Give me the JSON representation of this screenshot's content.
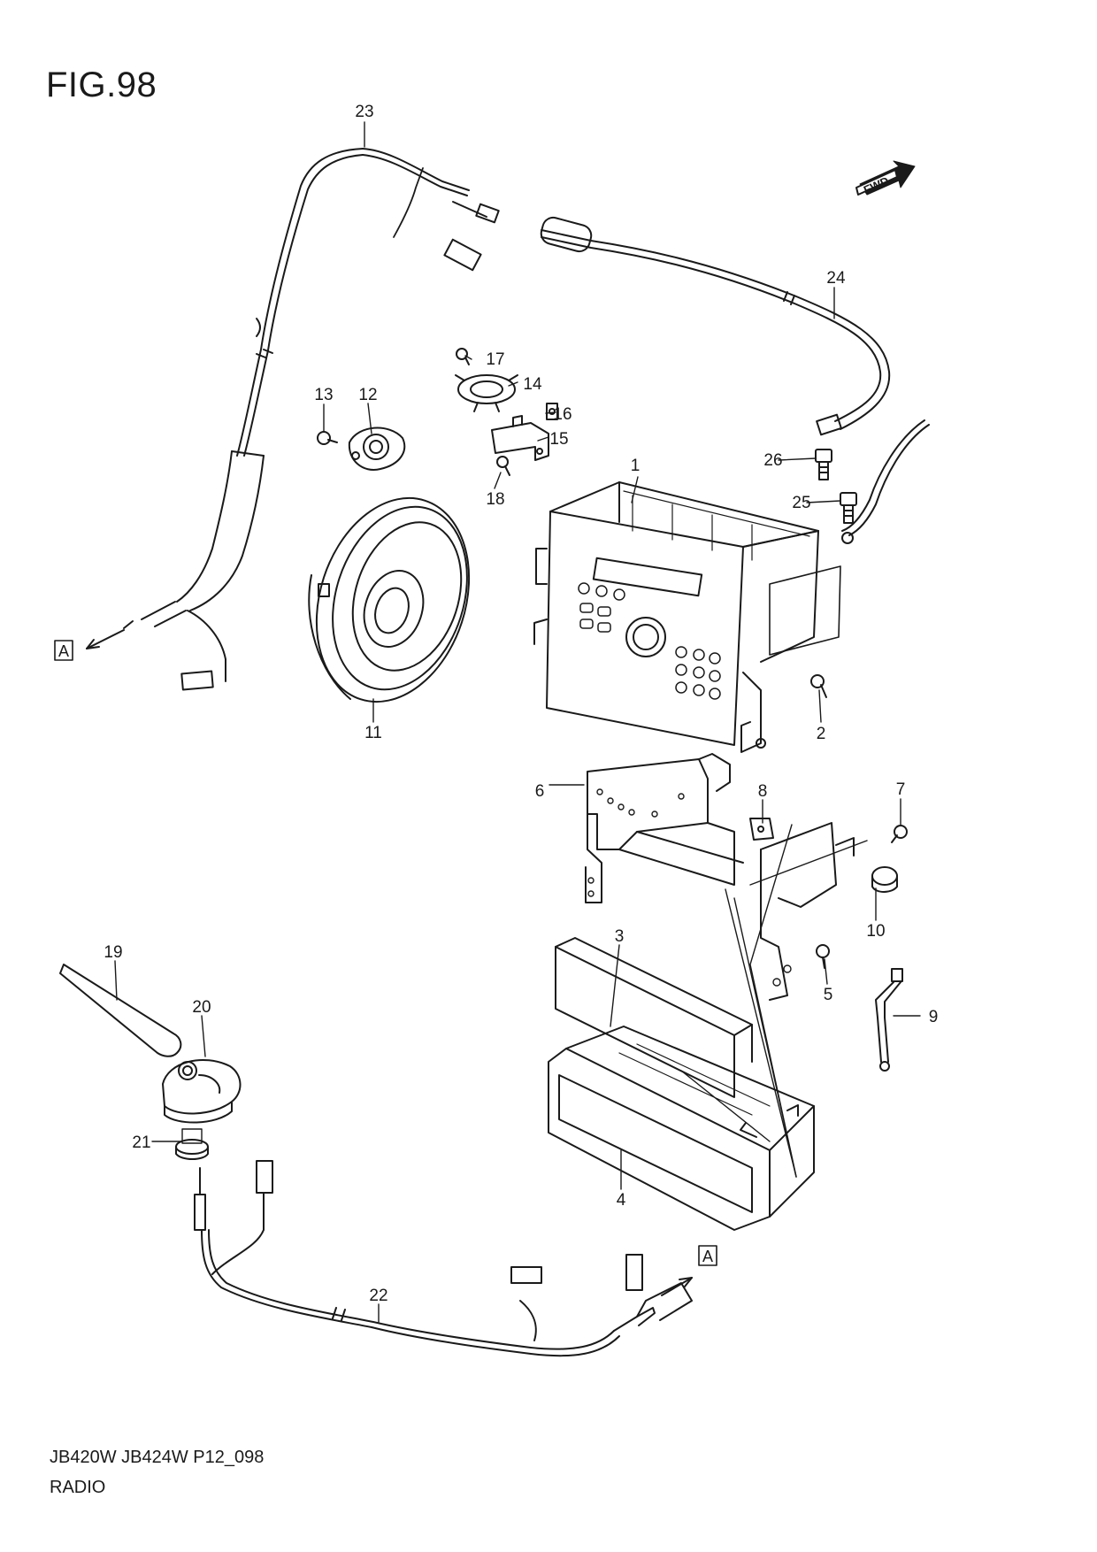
{
  "figure": {
    "title": "FIG.98"
  },
  "footer": {
    "code": "JB420W JB424W P12_098",
    "name": "RADIO"
  },
  "direction_badge": {
    "label": "FWD"
  },
  "reference_marker": "A",
  "callouts": [
    {
      "id": "1",
      "label": "1"
    },
    {
      "id": "2",
      "label": "2"
    },
    {
      "id": "3",
      "label": "3"
    },
    {
      "id": "4",
      "label": "4"
    },
    {
      "id": "5",
      "label": "5"
    },
    {
      "id": "6",
      "label": "6"
    },
    {
      "id": "7",
      "label": "7"
    },
    {
      "id": "8",
      "label": "8"
    },
    {
      "id": "9",
      "label": "9"
    },
    {
      "id": "10",
      "label": "10"
    },
    {
      "id": "11",
      "label": "11"
    },
    {
      "id": "12",
      "label": "12"
    },
    {
      "id": "13",
      "label": "13"
    },
    {
      "id": "14",
      "label": "14"
    },
    {
      "id": "15",
      "label": "15"
    },
    {
      "id": "16",
      "label": "16"
    },
    {
      "id": "17",
      "label": "17"
    },
    {
      "id": "18",
      "label": "18"
    },
    {
      "id": "19",
      "label": "19"
    },
    {
      "id": "20",
      "label": "20"
    },
    {
      "id": "21",
      "label": "21"
    },
    {
      "id": "22",
      "label": "22"
    },
    {
      "id": "23",
      "label": "23"
    },
    {
      "id": "24",
      "label": "24"
    },
    {
      "id": "25",
      "label": "25"
    },
    {
      "id": "26",
      "label": "26"
    }
  ]
}
